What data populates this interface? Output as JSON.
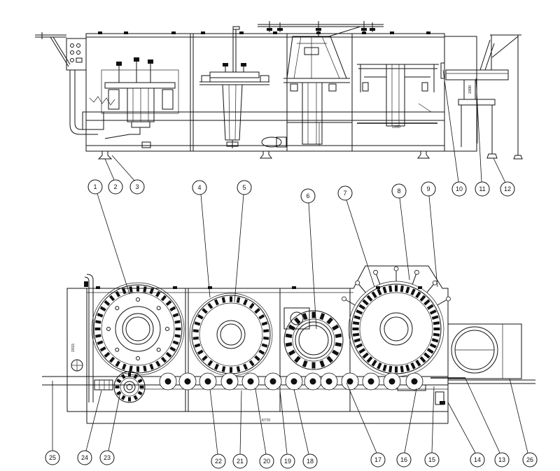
{
  "callouts": [
    "1",
    "2",
    "3",
    "4",
    "5",
    "6",
    "7",
    "8",
    "9",
    "10",
    "11",
    "12",
    "13",
    "14",
    "15",
    "16",
    "17",
    "18",
    "19",
    "20",
    "21",
    "22",
    "23",
    "24",
    "25",
    "26"
  ],
  "dimension_labels": {
    "elevation_station_4": "1950",
    "elevation_discharge": "1800",
    "plan_left": "1915",
    "plan_bottom": "6770"
  },
  "colors": {
    "line": "#111111",
    "background": "#ffffff"
  }
}
